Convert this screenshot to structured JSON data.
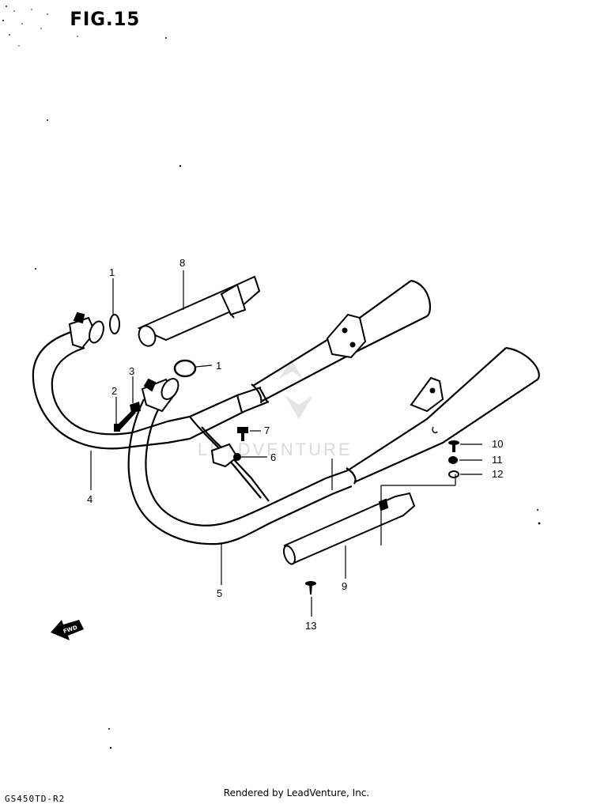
{
  "figure": {
    "title": "FIG.15",
    "footer": "Rendered by LeadVenture, Inc.",
    "corner_code": "GS450TD-R2",
    "direction_label": "FWD",
    "watermark": "LEADVENTURE"
  },
  "callouts": [
    {
      "id": "c1a",
      "label": "1"
    },
    {
      "id": "c1b",
      "label": "1"
    },
    {
      "id": "c2",
      "label": "2"
    },
    {
      "id": "c3",
      "label": "3"
    },
    {
      "id": "c4",
      "label": "4"
    },
    {
      "id": "c5",
      "label": "5"
    },
    {
      "id": "c6",
      "label": "6"
    },
    {
      "id": "c7",
      "label": "7"
    },
    {
      "id": "c8",
      "label": "8"
    },
    {
      "id": "c9",
      "label": "9"
    },
    {
      "id": "c10",
      "label": "10"
    },
    {
      "id": "c11",
      "label": "11"
    },
    {
      "id": "c12",
      "label": "12"
    },
    {
      "id": "c13",
      "label": "13"
    }
  ]
}
